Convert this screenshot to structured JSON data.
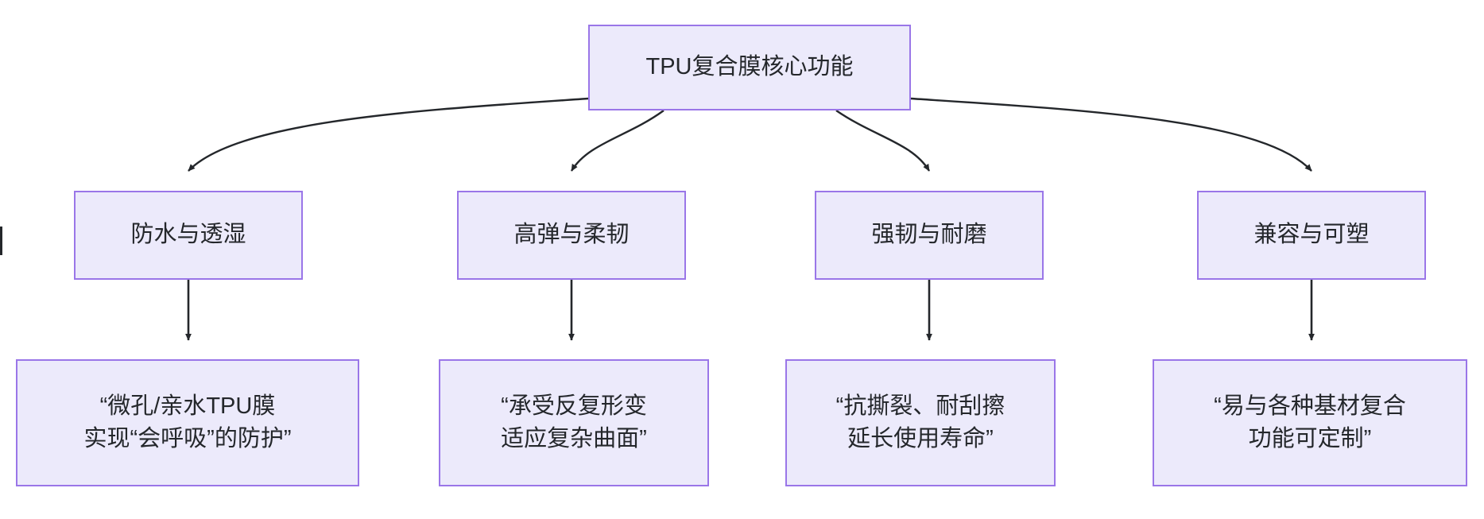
{
  "diagram": {
    "title_node": {
      "id": "root",
      "label": "TPU复合膜核心功能"
    },
    "colors": {
      "node_fill": "#ECEAFB",
      "node_border": "#9A76E8",
      "edge_stroke": "#24272B",
      "text": "#24272B",
      "background": "#FFFFFF"
    },
    "branches": [
      {
        "id": "branch-1",
        "label": "防水与透湿",
        "detail": "“微孔/亲水TPU膜\n实现“会呼吸”的防护”"
      },
      {
        "id": "branch-2",
        "label": "高弹与柔韧",
        "detail": "“承受反复形变\n适应复杂曲面”"
      },
      {
        "id": "branch-3",
        "label": "强韧与耐磨",
        "detail": "“抗撕裂、耐刮擦\n延长使用寿命”"
      },
      {
        "id": "branch-4",
        "label": "兼容与可塑",
        "detail": "“易与各种基材复合\n功能可定制”"
      }
    ]
  }
}
